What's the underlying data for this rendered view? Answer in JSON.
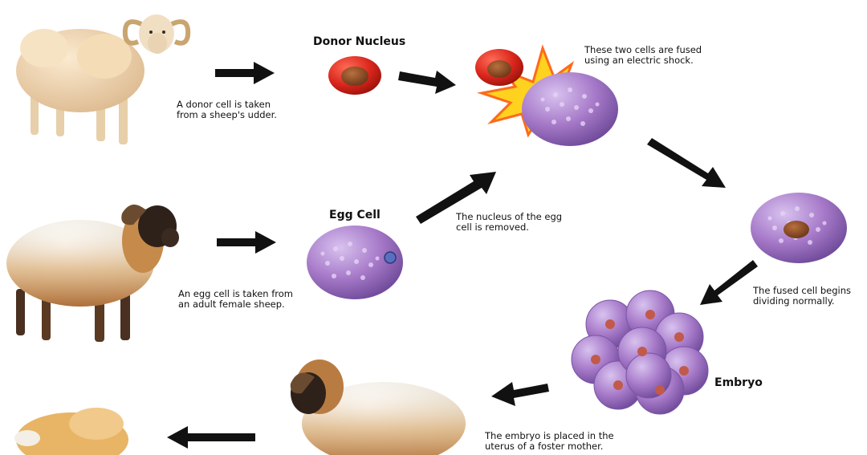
{
  "labels": {
    "donor_nucleus": "Donor Nucleus",
    "egg_cell": "Egg Cell",
    "embryo": "Embryo"
  },
  "captions": {
    "donor_cell": "A donor cell is taken\nfrom a sheep's udder.",
    "fused": "These two cells are fused\nusing an electric shock.",
    "egg_taken": "An egg cell is taken from\nan adult female sheep.",
    "nucleus_removed": "The nucleus of the egg\ncell is removed.",
    "dividing": "The fused cell begins\ndividing normally.",
    "placed": "The embryo is placed in the\nuterus of a foster mother."
  },
  "colors": {
    "arrow": "#111111",
    "nucleus_red": "#d9261c",
    "egg_purple": "#a77ac9",
    "wool_cream": "#f4dcb6",
    "wool_white": "#f3eee6",
    "sheep_dark": "#3a2a20",
    "flash_yellow": "#ffd21f",
    "flash_orange": "#ff6a1a"
  }
}
